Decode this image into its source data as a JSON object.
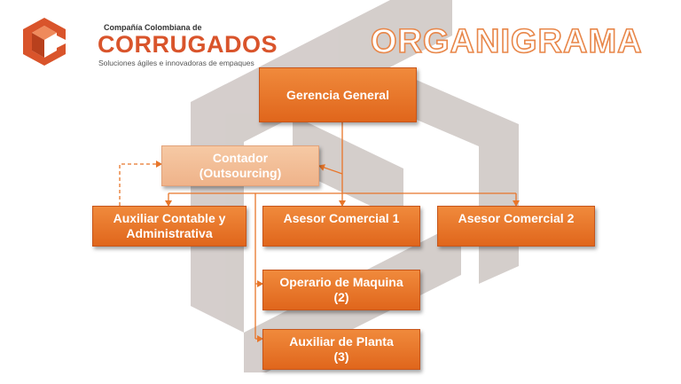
{
  "logo": {
    "top_line": "Compañía Colombiana de",
    "brand": "CORRUGADOS",
    "tagline": "Soluciones ágiles e innovadoras de empaques"
  },
  "title": "ORGANIGRAMA",
  "nodes": {
    "gerencia": "Gerencia General",
    "contador_line1": "Contador",
    "contador_line2": "(Outsourcing)",
    "auxiliar_contable_line1": "Auxiliar Contable y",
    "auxiliar_contable_line2": "Administrativa",
    "asesor1": "Asesor Comercial 1",
    "asesor2": "Asesor Comercial 2",
    "operario_line1": "Operario de Maquina",
    "operario_line2": "(2)",
    "auxiliar_planta_line1": "Auxiliar de Planta",
    "auxiliar_planta_line2": "(3)"
  },
  "colors": {
    "node": "#e8762a",
    "node_light": "#f3bd95",
    "connector": "#e8762a",
    "background_mark": "#d0c9c6",
    "brand": "#d9542b"
  }
}
